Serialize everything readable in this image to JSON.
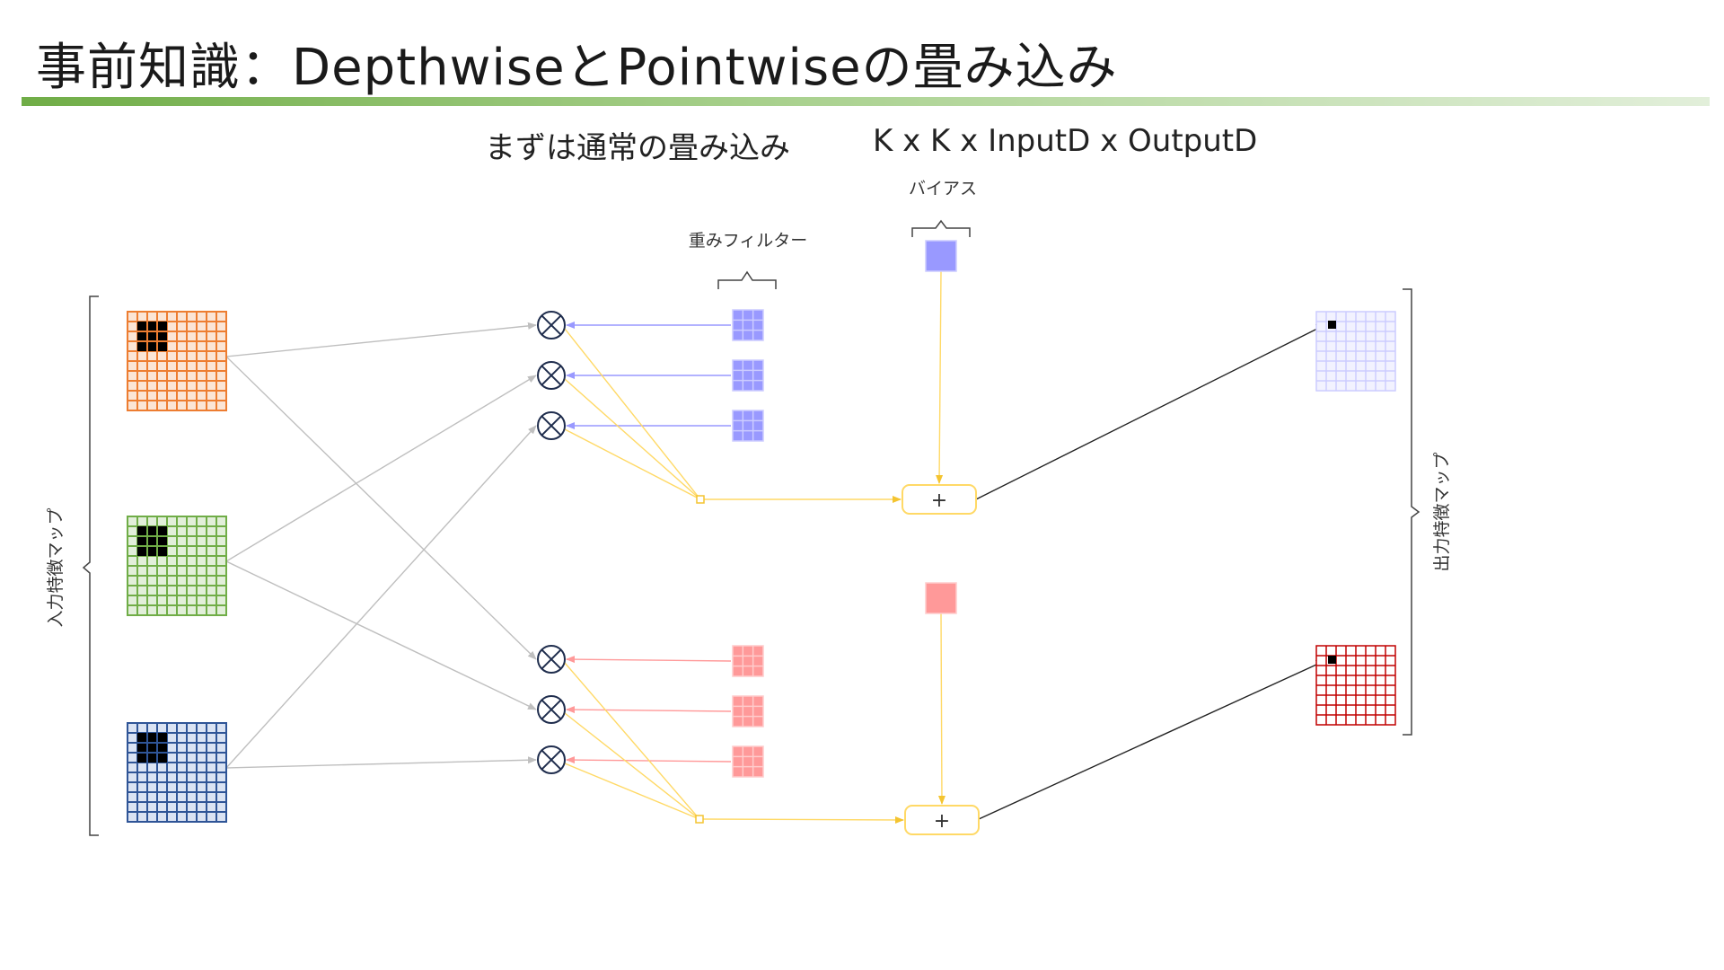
{
  "slide": {
    "title": "事前知識：DepthwiseとPointwiseの畳み込み",
    "subtitle": "まずは通常の畳み込み",
    "formula": "K x K x InputD x OutputD"
  },
  "labels": {
    "bias": "バイアス",
    "weight_filter": "重みフィルター",
    "input_maps": "入力特徴マップ",
    "output_maps": "出力特徴マップ",
    "plus": "+"
  },
  "colors": {
    "input_orange": "#ed7d31",
    "input_orange_fill": "#fbe5d6",
    "input_green": "#70ad47",
    "input_green_fill": "#e2efda",
    "input_blue": "#2f5597",
    "input_blue_fill": "#dae3f3",
    "filter_purple": "#9999ff",
    "filter_pink": "#ff9999",
    "output_purple": "#9999ff",
    "output_red": "#c00000",
    "sum_line": "#ffd966",
    "gray_line": "#bfbfbf",
    "title_bar": "#70ad47"
  },
  "icons": [
    "multiply-circle-icon",
    "plus-node-icon",
    "brace-icon"
  ]
}
